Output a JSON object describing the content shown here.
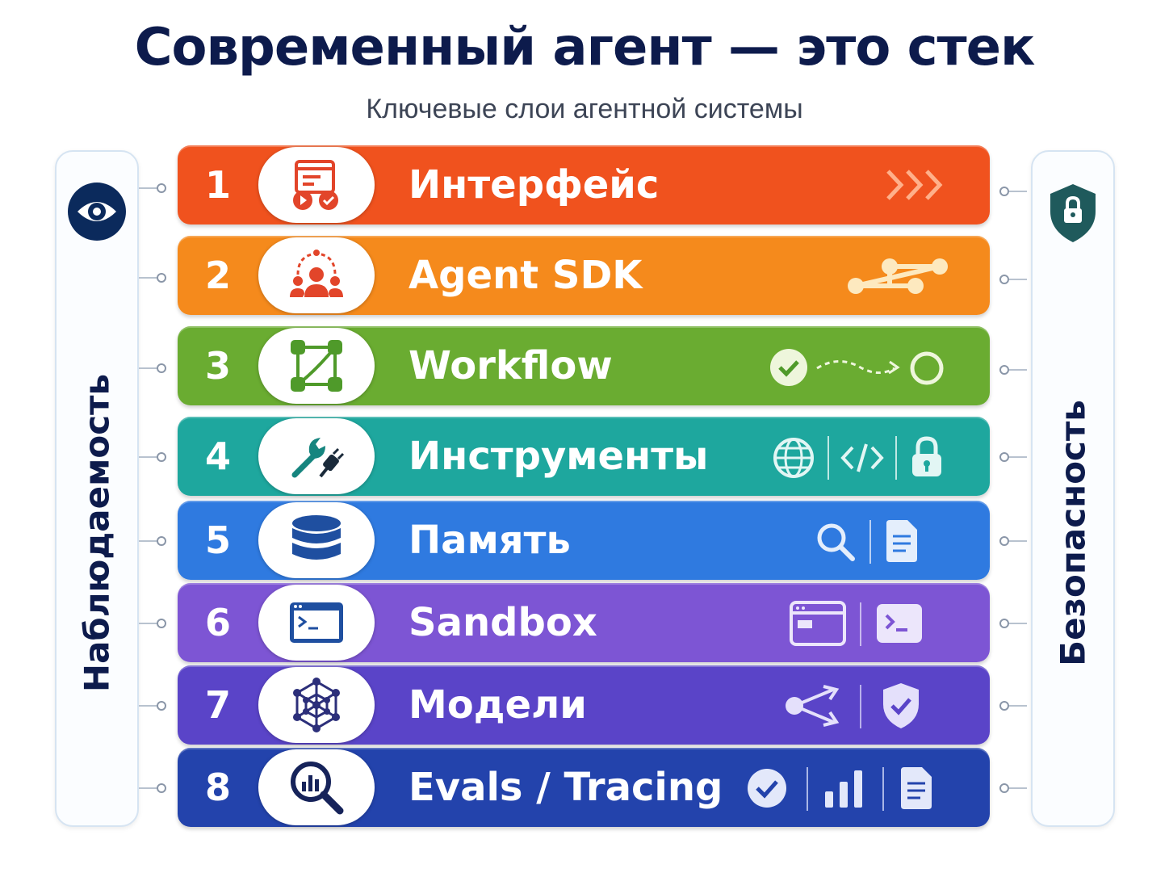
{
  "title": "Современный агент — это стек",
  "subtitle": "Ключевые слои агентной системы",
  "left_panel": {
    "label": "Наблюдаемость",
    "icon": "eye-icon"
  },
  "right_panel": {
    "label": "Безопасность",
    "icon": "shield-lock-icon"
  },
  "colors": {
    "title": "#0d1b4c",
    "panel_icon": "#0b2a5c",
    "shield_icon": "#1f5a5c"
  },
  "layers": [
    {
      "number": "1",
      "label": "Интерфейс",
      "color": "#f0521e",
      "icon": "interface-window-icon",
      "right_icons": [
        "chevrons-right-icon"
      ]
    },
    {
      "number": "2",
      "label": "Agent SDK",
      "color": "#f58a1c",
      "icon": "team-network-icon",
      "right_icons": [
        "node-tree-icon"
      ]
    },
    {
      "number": "3",
      "label": "Workflow",
      "color": "#6aac31",
      "icon": "flow-graph-icon",
      "right_icons": [
        "check-circle-icon",
        "dashed-arrow-icon",
        "circle-icon"
      ]
    },
    {
      "number": "4",
      "label": "Инструменты",
      "color": "#1ea79e",
      "icon": "wrench-plug-icon",
      "right_icons": [
        "globe-icon",
        "code-icon",
        "lock-icon"
      ]
    },
    {
      "number": "5",
      "label": "Память",
      "color": "#2f7ae0",
      "icon": "database-icon",
      "right_icons": [
        "search-icon",
        "document-icon"
      ]
    },
    {
      "number": "6",
      "label": "Sandbox",
      "color": "#7d55d4",
      "icon": "terminal-window-icon",
      "right_icons": [
        "browser-window-icon",
        "terminal-prompt-icon"
      ]
    },
    {
      "number": "7",
      "label": "Модели",
      "color": "#5a44c8",
      "icon": "neural-network-icon",
      "right_icons": [
        "share-nodes-icon",
        "shield-check-icon"
      ]
    },
    {
      "number": "8",
      "label": "Evals / Tracing",
      "color": "#2343ac",
      "icon": "analytics-magnifier-icon",
      "right_icons": [
        "check-circle-icon",
        "bar-chart-icon",
        "document-icon"
      ]
    }
  ]
}
